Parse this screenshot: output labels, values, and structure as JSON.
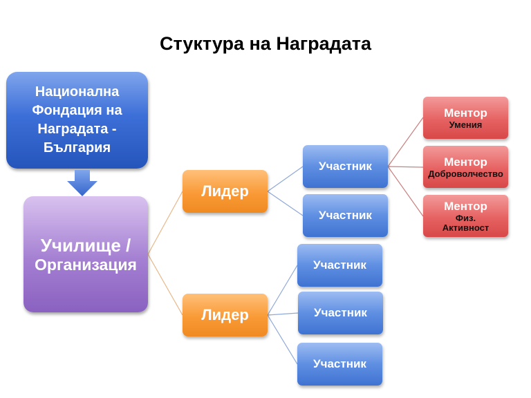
{
  "title": "Стуктура на Наградата",
  "foundation": {
    "lines": [
      "Национална",
      "Фондация на",
      "Наградата -",
      "България"
    ]
  },
  "school": {
    "line1": "Училище /",
    "line2": "Организация"
  },
  "leaders": [
    {
      "label": "Лидер",
      "participants": [
        {
          "label": "Участник",
          "mentors": [
            {
              "title": "Ментор",
              "subtitle": [
                "Умения"
              ]
            },
            {
              "title": "Ментор",
              "subtitle": [
                "Доброволчество"
              ]
            },
            {
              "title": "Ментор",
              "subtitle": [
                "Физ.",
                "Активност"
              ]
            }
          ]
        },
        {
          "label": "Участник"
        }
      ]
    },
    {
      "label": "Лидер",
      "participants": [
        {
          "label": "Участник"
        },
        {
          "label": "Участник"
        },
        {
          "label": "Участник"
        }
      ]
    }
  ],
  "colors": {
    "foundation": "#3d6fd8",
    "school": "#a47fd2",
    "leader": "#f99a36",
    "participant": "#5f8fe2",
    "mentor": "#e66262",
    "link_leader": "#e8b88a",
    "link_participant": "#8fa8d8",
    "link_mentor": "#c98080"
  }
}
